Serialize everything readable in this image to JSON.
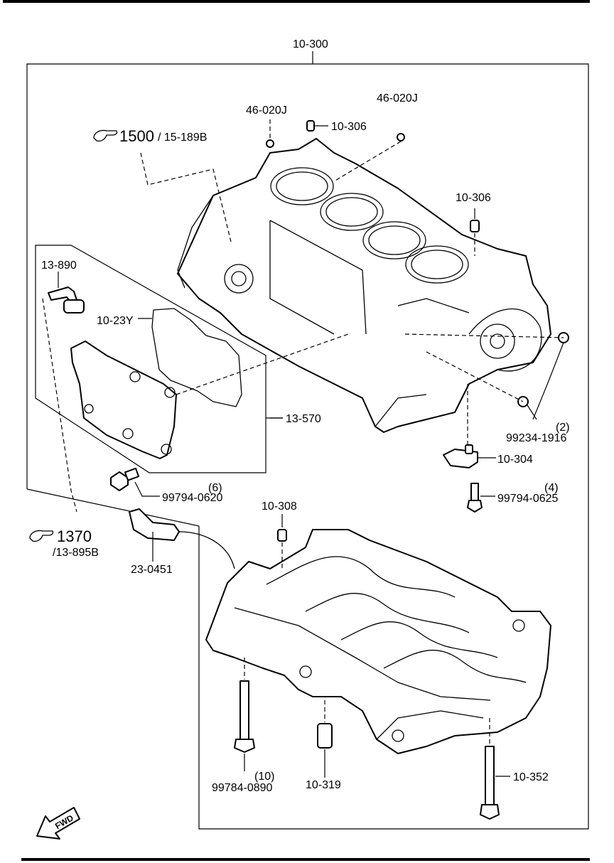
{
  "labels": {
    "assembly": "10-300",
    "plug_a": "46-020J",
    "plug_b": "46-020J",
    "dowel_top": "10-306",
    "dowel_right": "10-306",
    "ref_1500": "1500",
    "ref_1500_sub": "/ 15-189B",
    "breather_pipe": "13-890",
    "gasket": "10-23Y",
    "separator_cover": "13-570",
    "cover_bolt_qty": "(6)",
    "cover_bolt": "99794-0620",
    "dowel_pin": "10-308",
    "ref_1370": "1370",
    "ref_1370_sub": "/13-895B",
    "sealant": "23-0451",
    "pin_qty": "(2)",
    "pin": "99234-1916",
    "bracket": "10-304",
    "bracket_bolt_qty": "(4)",
    "bracket_bolt": "99794-0625",
    "main_bolt_qty": "(10)",
    "main_bolt": "99784-0890",
    "stud": "10-319",
    "side_bolt": "10-352",
    "fwd": "FWD"
  }
}
